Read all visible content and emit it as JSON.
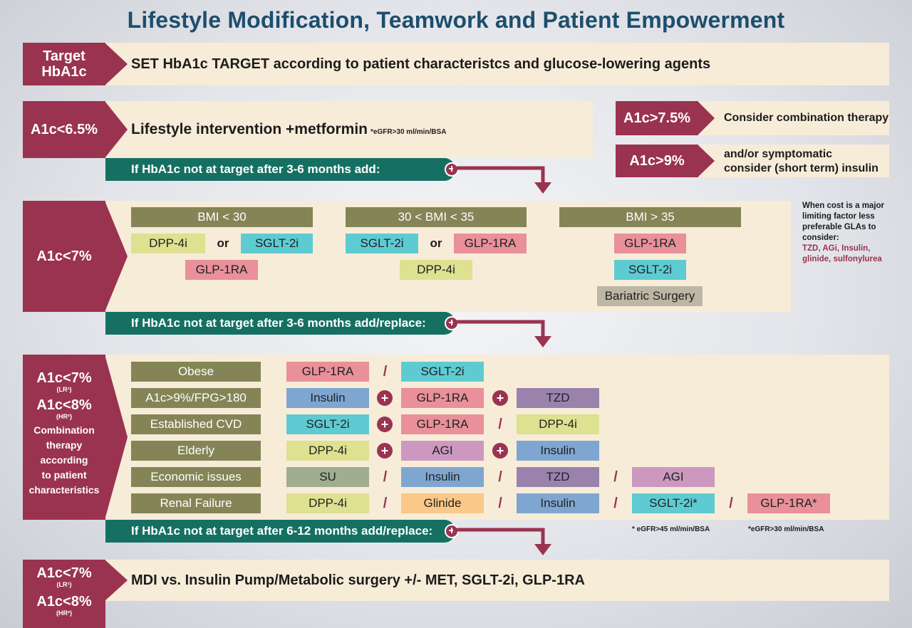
{
  "title": "Lifestyle Modification, Teamwork and Patient Empowerment",
  "target": {
    "label_line1": "Target",
    "label_line2": "HbA1c",
    "text": "SET HbA1c TARGET according to patient characteristcs and glucose-lowering agents"
  },
  "step1": {
    "label": "A1c<6.5%",
    "text": "Lifestyle intervention +metformin",
    "note": "*eGFR>30 ml/min/BSA",
    "bar": "If HbA1c not at target after 3-6 months add:"
  },
  "side": {
    "a1_label": "A1c>7.5%",
    "a1_text": "Consider combination therapy",
    "a2_label": "A1c>9%",
    "a2_text_line1": "and/or symptomatic",
    "a2_text_line2": "consider (short term) insulin"
  },
  "step2": {
    "label": "A1c<7%",
    "bar": "If HbA1c not at target after 3-6 months add/replace:",
    "or_text": "or",
    "col1": {
      "header": "BMI < 30",
      "a": "DPP-4i",
      "b": "SGLT-2i",
      "c": "GLP-1RA"
    },
    "col2": {
      "header": "30 < BMI < 35",
      "a": "SGLT-2i",
      "b": "GLP-1RA",
      "c": "DPP-4i"
    },
    "col3": {
      "header": "BMI > 35",
      "a": "GLP-1RA",
      "b": "SGLT-2i",
      "c": "Bariatric Surgery"
    }
  },
  "cost_note": {
    "line1": "When cost is a major",
    "line2": "limiting factor less",
    "line3": "preferable GLAs to",
    "line4": "consider:",
    "red1": "TZD, AGi, Insulin,",
    "red2": "glinide, sulfonylurea"
  },
  "step3": {
    "label_a": "A1c<7%",
    "label_a_sub": "(LR¹)",
    "label_b": "A1c<8%",
    "label_b_sub": "(HR²)",
    "desc1": "Combination",
    "desc2": "therapy",
    "desc3": "according",
    "desc4": "to patient",
    "desc5": "characteristics",
    "bar": "If HbA1c not at target after 6-12 months add/replace:",
    "sep_slash": "/",
    "sep_plus": "+",
    "rows": [
      {
        "name": "Obese",
        "drugs": [
          "GLP-1RA",
          "SGLT-2i"
        ]
      },
      {
        "name": "A1c>9%/FPG>180",
        "drugs": [
          "Insulin",
          "GLP-1RA",
          "TZD"
        ]
      },
      {
        "name": "Established CVD",
        "drugs": [
          "SGLT-2i",
          "GLP-1RA",
          "DPP-4i"
        ]
      },
      {
        "name": "Elderly",
        "drugs": [
          "DPP-4i",
          "AGI",
          "Insulin"
        ]
      },
      {
        "name": "Economic issues",
        "drugs": [
          "SU",
          "Insulin",
          "TZD",
          "AGI"
        ]
      },
      {
        "name": "Renal Failure",
        "drugs": [
          "DPP-4i",
          "Glinide",
          "Insulin",
          "SGLT-2i*",
          "GLP-1RA*"
        ]
      }
    ],
    "foot1": "* eGFR>45 ml/min/BSA",
    "foot2": "*eGFR>30 ml/min/BSA"
  },
  "step4": {
    "label_a": "A1c<7%",
    "label_a_sub": "(LR¹)",
    "label_b": "A1c<8%",
    "label_b_sub": "(HR²)",
    "text": "MDI vs. Insulin Pump/Metabolic surgery +/- MET, SGLT-2i, GLP-1RA"
  }
}
